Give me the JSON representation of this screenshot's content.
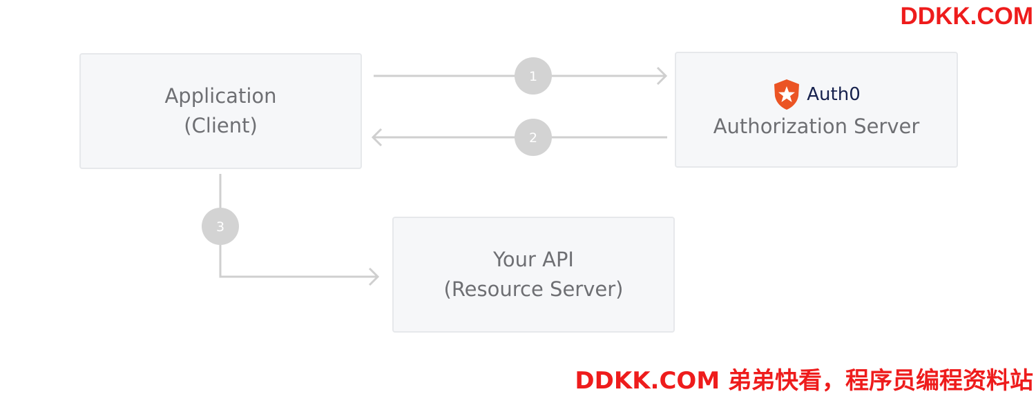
{
  "diagram": {
    "application": {
      "line1": "Application",
      "line2": "(Client)"
    },
    "authorization_server": {
      "brand_icon": "auth0-shield-icon",
      "brand_name": "Auth0",
      "label": "Authorization Server",
      "brand_color": "#eb5424"
    },
    "api": {
      "line1": "Your API",
      "line2": "(Resource Server)"
    },
    "steps": [
      {
        "label": "1"
      },
      {
        "label": "2"
      },
      {
        "label": "3"
      }
    ],
    "colors": {
      "box_fill": "#f6f7f9",
      "box_border": "#e6e8eb",
      "text": "#6e6f73",
      "arrow": "#cfcfcf",
      "step_badge": "#d3d3d3"
    }
  },
  "watermarks": {
    "top": "DDKK.COM",
    "bottom": "DDKK.COM 弟弟快看，程序员编程资料站",
    "color": "#ee1c1c"
  }
}
